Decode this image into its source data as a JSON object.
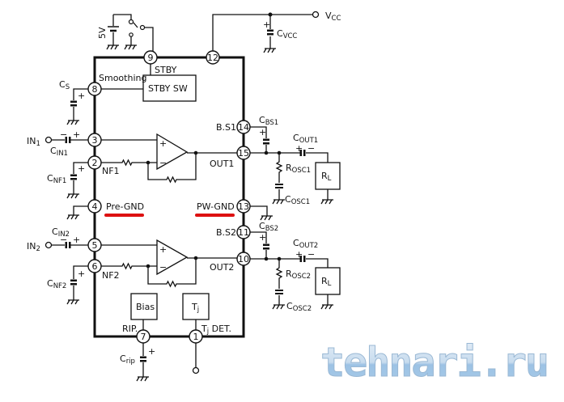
{
  "pins": {
    "p1": "1",
    "p2": "2",
    "p3": "3",
    "p4": "4",
    "p5": "5",
    "p6": "6",
    "p7": "7",
    "p8": "8",
    "p9": "9",
    "p10": "10",
    "p11": "11",
    "p12": "12",
    "p13": "13",
    "p14": "14",
    "p15": "15"
  },
  "labels": {
    "supply_5v": "5V",
    "vcc": [
      "V",
      "CC"
    ],
    "cvcc": [
      "C",
      "VCC"
    ],
    "cs": [
      "C",
      "S"
    ],
    "smoothing": "Smoothing",
    "stby": "STBY",
    "stby_sw": "STBY SW",
    "in1": [
      "IN",
      "1"
    ],
    "cin1": [
      "C",
      "IN1"
    ],
    "cnf1": [
      "C",
      "NF1"
    ],
    "nf1": "NF1",
    "in2": [
      "IN",
      "2"
    ],
    "cin2": [
      "C",
      "IN2"
    ],
    "cnf2": [
      "C",
      "NF2"
    ],
    "nf2": "NF2",
    "pre_gnd": "Pre-GND",
    "pw_gnd": "PW-GND",
    "bs1": "B.S1",
    "bs2": "B.S2",
    "cbs1": [
      "C",
      "BS1"
    ],
    "cbs2": [
      "C",
      "BS2"
    ],
    "out1": "OUT1",
    "out2": "OUT2",
    "cout1": [
      "C",
      "OUT1"
    ],
    "cout2": [
      "C",
      "OUT2"
    ],
    "rosc1": [
      "R",
      "OSC1"
    ],
    "rosc2": [
      "R",
      "OSC2"
    ],
    "cosc1": [
      "C",
      "OSC1"
    ],
    "cosc2": [
      "C",
      "OSC2"
    ],
    "rl1": [
      "R",
      "L"
    ],
    "rl2": [
      "R",
      "L"
    ],
    "bias": "Bias",
    "tj": [
      "T",
      "j"
    ],
    "rip": "RIP.",
    "tj_det": [
      "T",
      "j",
      " DET."
    ],
    "crip": [
      "C",
      "rip"
    ],
    "plus": "+",
    "minus": "−"
  },
  "watermark": "tehnari.ru",
  "colors": {
    "highlight": "#dd1111",
    "watermark": "#a8c8e8"
  }
}
